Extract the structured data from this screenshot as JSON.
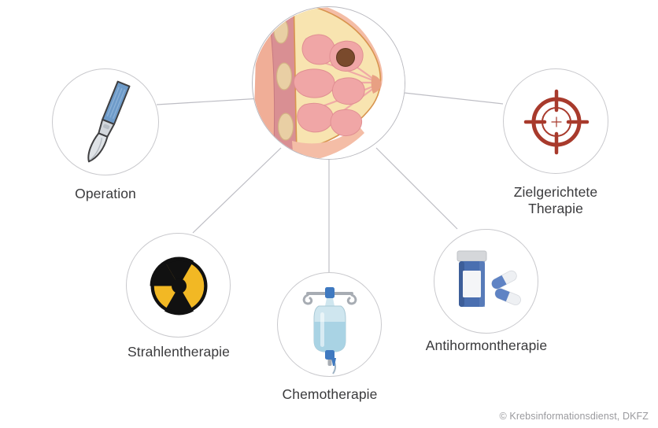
{
  "diagram": {
    "title_hidden": "",
    "background_color": "#ffffff",
    "connector_color": "#bdbdc4",
    "center": {
      "name": "breast-anatomy-cross-section",
      "icon": "breast-cross-section-icon",
      "label": "",
      "colors": {
        "skin": "#f2b29a",
        "muscle": "#d98f93",
        "rib": "#e6c9a0",
        "fat": "#f7e3ae",
        "gland": "#f0a6a6",
        "tumor": "#7a4a2c",
        "outline": "#d8944f"
      }
    },
    "nodes": [
      {
        "id": "operation",
        "label": "Operation",
        "icon": "scalpel-icon",
        "colors": {
          "handle": "#6e9bc9",
          "blade": "#c9cdd2",
          "outline": "#3f3f41"
        }
      },
      {
        "id": "zielgerichtete-therapie",
        "label": "Zielgerichtete\nTherapie",
        "icon": "crosshair-target-icon",
        "colors": {
          "primary": "#a83a2c"
        }
      },
      {
        "id": "strahlentherapie",
        "label": "Strahlentherapie",
        "icon": "radiation-trefoil-icon",
        "colors": {
          "yellow": "#f2b824",
          "black": "#111111"
        }
      },
      {
        "id": "chemotherapie",
        "label": "Chemotherapie",
        "icon": "iv-drip-bag-icon",
        "colors": {
          "fluid": "#b9dbe8",
          "pole": "#a7acb3",
          "clip": "#3f79c0"
        }
      },
      {
        "id": "antihormontherapie",
        "label": "Antihormontherapie",
        "icon": "pill-bottle-icon",
        "colors": {
          "bottle": "#4a6fb0",
          "cap": "#d5d7da",
          "label": "#f4f5f7",
          "capsule": "#5f83c4"
        }
      }
    ],
    "footer": {
      "copyright": "© Krebsinformationsdienst, DKFZ"
    }
  }
}
